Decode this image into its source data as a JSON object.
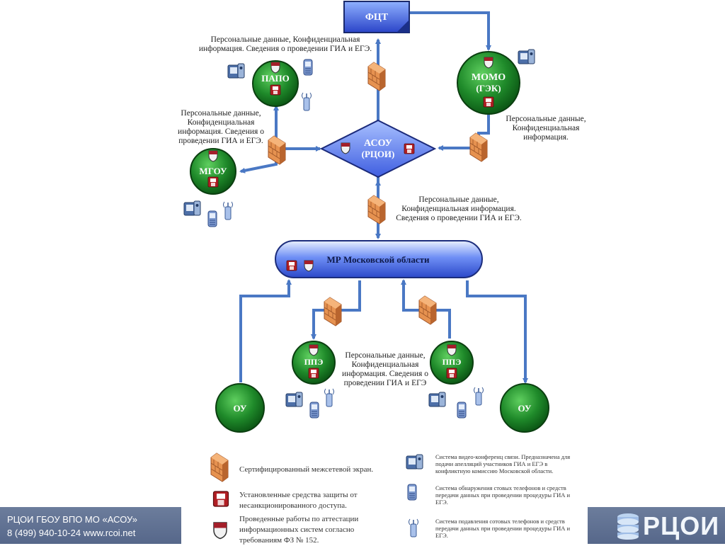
{
  "nodes": {
    "fct": "ФЦТ",
    "papo": "ПАПО",
    "momo_1": "МОМО",
    "momo_2": "(ГЭК)",
    "asou_1": "АСОУ",
    "asou_2": "(РЦОИ)",
    "mgou": "МГОУ",
    "mr": "МР Московской области",
    "ppe_left": "ППЭ",
    "ppe_right": "ППЭ",
    "ou_left": "ОУ",
    "ou_right": "ОУ"
  },
  "notes": {
    "top": [
      "Персональные данные, Конфиденциальная",
      "информация. Сведения о проведении ГИА и ЕГЭ."
    ],
    "left": [
      "Персональные данные,",
      "Конфиденциальная",
      "информация. Сведения о",
      "проведении ГИА и ЕГЭ."
    ],
    "right": [
      "Персональные данные,",
      "Конфиденциальная",
      "информация."
    ],
    "middle": [
      "Персональные данные,",
      "Конфиденциальная информация.",
      "Сведения о проведении ГИА и ЕГЭ."
    ],
    "bottom": [
      "Персональные данные,",
      "Конфиденциальная",
      "информация. Сведения о",
      "проведении ГИА и ЕГЭ"
    ]
  },
  "legend": {
    "firewall": "Сертифицированный межсетевой экран.",
    "protection": [
      "Установленные средства защиты от",
      "несанкционированного доступа."
    ],
    "attestation": [
      "Проведенные работы по аттестации",
      "информационных систем согласно",
      "требованиям ФЗ № 152."
    ],
    "video": [
      "Система видео-конференц связи. Предназначена для",
      "подачи апелляций участников ГИА и ЕГЭ в",
      "конфликтную комиссию Московской области."
    ],
    "phone_detect": [
      "Система обнаружения стовых телефонов и средств",
      "передачи данных при проведении процедуры ГИА и",
      "ЕГЭ."
    ],
    "phone_jam": [
      "Система подавления сотовых телефонов и средств",
      "передачи данных при проведении процедуры ГИА и",
      "ЕГЭ."
    ]
  },
  "footer": {
    "line1": "РЦОИ ГБОУ ВПО МО «АСОУ»",
    "line2": "8 (499) 940-10-24 www.rcoi.net",
    "logo": "РЦОИ"
  },
  "icons": [
    "firewall-icon",
    "protection-icon",
    "attestation-shield-icon",
    "video-conference-icon",
    "phone-detector-icon",
    "signal-jammer-icon"
  ],
  "colors": {
    "arrow": "#4a78c4",
    "node_green": "#1f8a2a",
    "node_blue": "#3a56d6",
    "firewall": "#e08a4a",
    "footer": "#617393"
  }
}
